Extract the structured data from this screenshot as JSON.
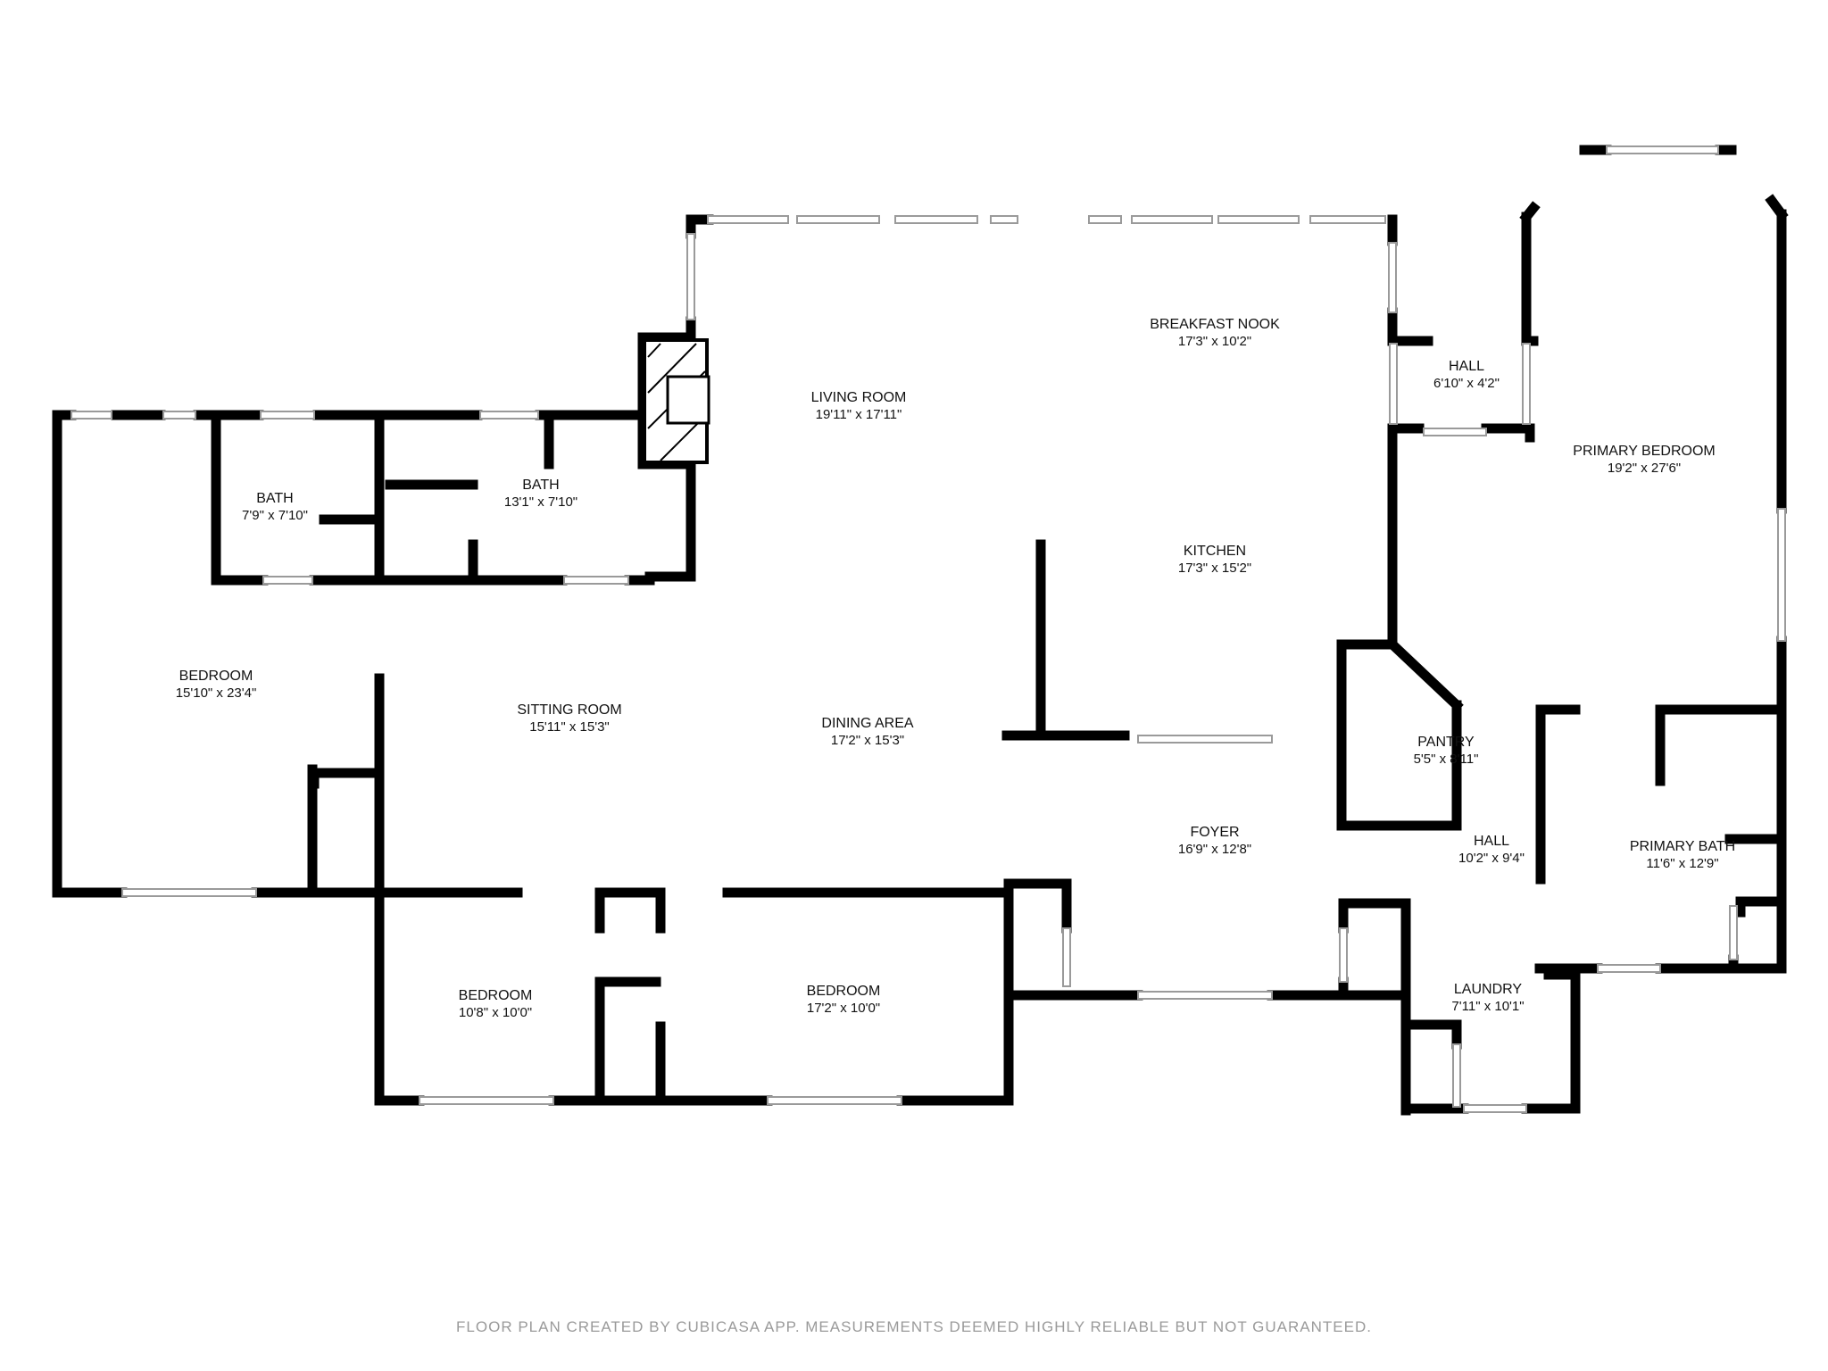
{
  "colors": {
    "wall": "#000000",
    "window": "#9a9a9a",
    "text": "#111111",
    "footer": "#9a9a9a"
  },
  "rooms": {
    "living_room": {
      "name": "LIVING ROOM",
      "dims": "19'11\" x 17'11\""
    },
    "breakfast_nook": {
      "name": "BREAKFAST NOOK",
      "dims": "17'3\" x 10'2\""
    },
    "hall_upper": {
      "name": "HALL",
      "dims": "6'10\" x 4'2\""
    },
    "primary_bedroom": {
      "name": "PRIMARY BEDROOM",
      "dims": "19'2\" x 27'6\""
    },
    "bath_small": {
      "name": "BATH",
      "dims": "7'9\" x 7'10\""
    },
    "bath_large": {
      "name": "BATH",
      "dims": "13'1\" x 7'10\""
    },
    "kitchen": {
      "name": "KITCHEN",
      "dims": "17'3\" x 15'2\""
    },
    "bedroom_west": {
      "name": "BEDROOM",
      "dims": "15'10\" x 23'4\""
    },
    "sitting_room": {
      "name": "SITTING ROOM",
      "dims": "15'11\" x 15'3\""
    },
    "dining_area": {
      "name": "DINING AREA",
      "dims": "17'2\" x 15'3\""
    },
    "pantry": {
      "name": "PANTRY",
      "dims": "5'5\" x 8'11\""
    },
    "foyer": {
      "name": "FOYER",
      "dims": "16'9\" x 12'8\""
    },
    "hall_lower": {
      "name": "HALL",
      "dims": "10'2\" x 9'4\""
    },
    "primary_bath": {
      "name": "PRIMARY BATH",
      "dims": "11'6\" x 12'9\""
    },
    "bedroom_small": {
      "name": "BEDROOM",
      "dims": "10'8\" x 10'0\""
    },
    "bedroom_mid": {
      "name": "BEDROOM",
      "dims": "17'2\" x 10'0\""
    },
    "laundry": {
      "name": "LAUNDRY",
      "dims": "7'11\" x 10'1\""
    }
  },
  "footer": "FLOOR PLAN CREATED BY CUBICASA APP. MEASUREMENTS DEEMED HIGHLY RELIABLE BUT NOT GUARANTEED."
}
